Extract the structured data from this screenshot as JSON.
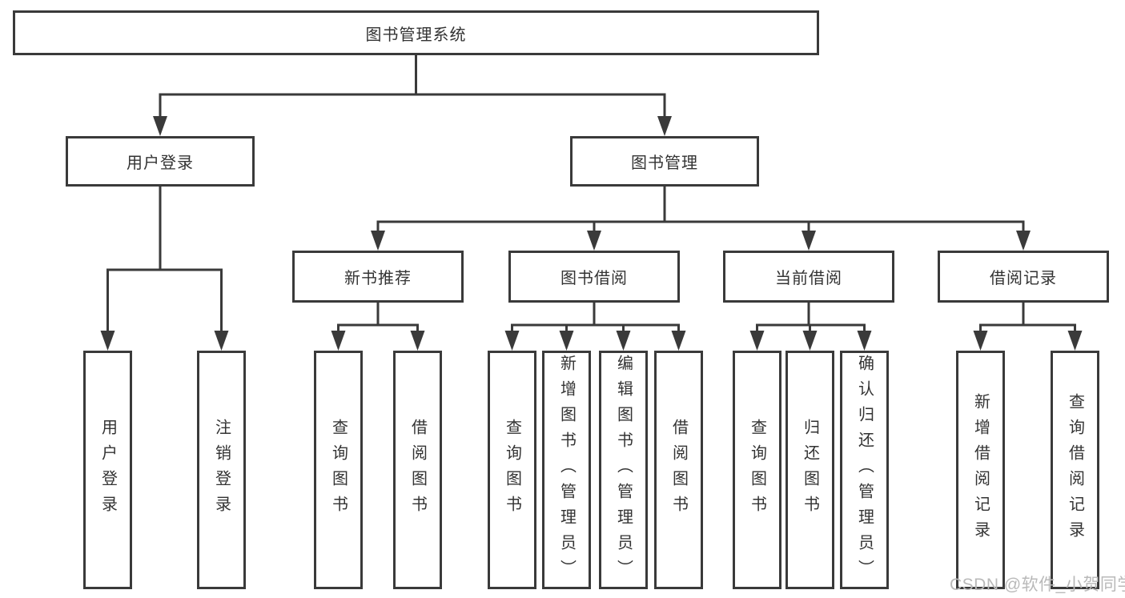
{
  "colors": {
    "line": "#3a3a3a",
    "box_border": "#3a3a3a",
    "text": "#333333",
    "background": "#ffffff",
    "watermark": "#b9b9b9"
  },
  "watermark": {
    "text": "CSDN @软件_小贺同学"
  },
  "tree": {
    "root": {
      "label": "图书管理系统"
    },
    "branches": [
      {
        "label": "用户登录",
        "children": [
          "用户登录",
          "注销登录"
        ]
      },
      {
        "label": "图书管理",
        "sections": [
          {
            "label": "新书推荐",
            "children": [
              "查询图书",
              "借阅图书"
            ]
          },
          {
            "label": "图书借阅",
            "children": [
              "查询图书",
              "新增图书（管理员）",
              "编辑图书（管理员）",
              "借阅图书"
            ]
          },
          {
            "label": "当前借阅",
            "children": [
              "查询图书",
              "归还图书",
              "确认归还（管理员）"
            ]
          },
          {
            "label": "借阅记录",
            "children": [
              "新增借阅记录",
              "查询借阅记录"
            ]
          }
        ]
      }
    ]
  }
}
